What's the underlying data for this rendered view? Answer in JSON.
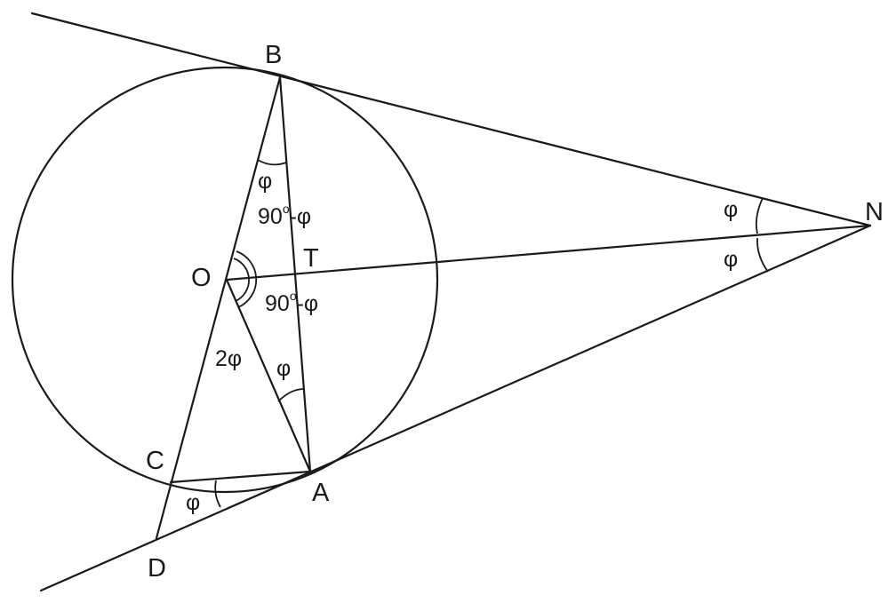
{
  "points": {
    "B": "B",
    "N": "N",
    "O": "O",
    "T": "T",
    "C": "C",
    "A": "A",
    "D": "D"
  },
  "angles": {
    "phi_at_B": "φ",
    "comp_upper_value": "90",
    "comp_upper_degree": "o",
    "comp_upper_suffix": "-φ",
    "phi_at_N_upper": "φ",
    "phi_at_N_lower": "φ",
    "comp_lower_value": "90",
    "comp_lower_degree": "o",
    "comp_lower_suffix": "-φ",
    "two_phi": "2φ",
    "phi_at_A": "φ",
    "phi_at_C": "φ"
  }
}
